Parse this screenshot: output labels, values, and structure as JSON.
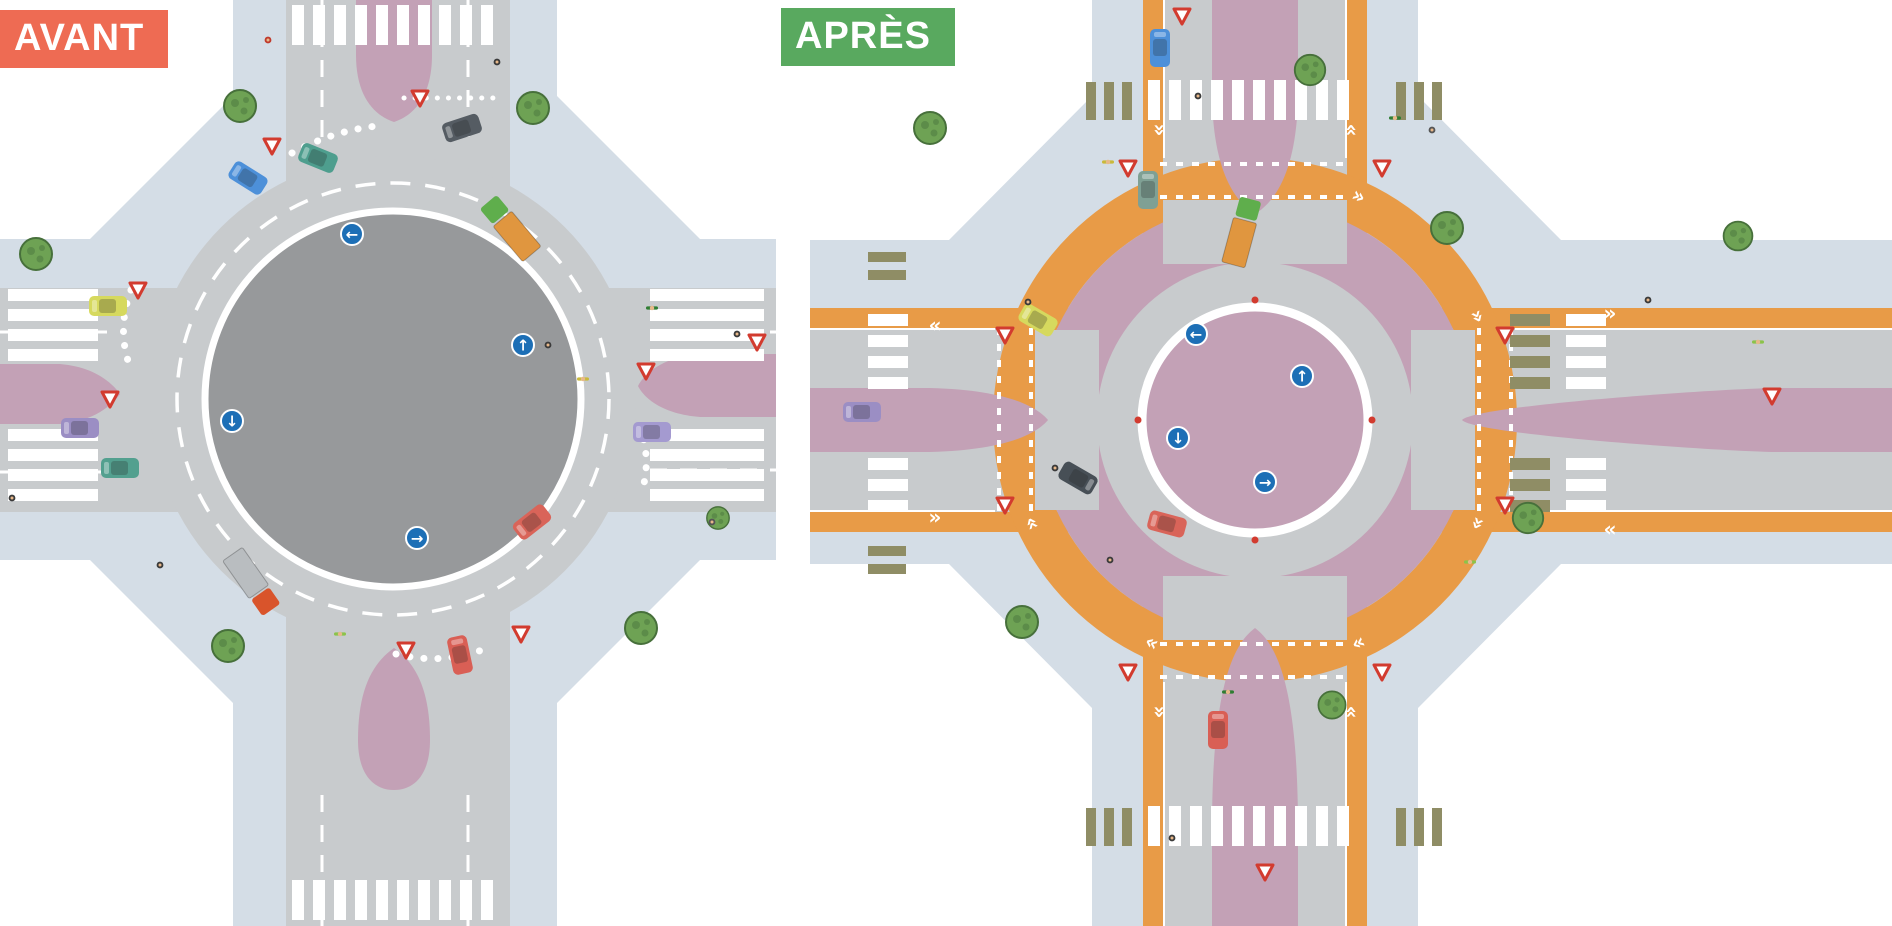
{
  "figure": {
    "type": "before-after roundabout redesign comparison diagram",
    "language": "fr"
  },
  "panels": {
    "before": {
      "label": "AVANT",
      "badge_color": "#EE6B53",
      "text_color": "#FFFFFF"
    },
    "after": {
      "label": "APRÈS",
      "badge_color": "#59A95F",
      "text_color": "#FFFFFF"
    }
  },
  "glyphs": {
    "arrow_left": "←",
    "arrow_up": "↑",
    "arrow_down": "↓",
    "arrow_right": "→",
    "chevron": "»"
  },
  "colors": {
    "background": "#FFFFFF",
    "sidewalk": "#D4DDE6",
    "road": "#C8CBCD",
    "center_island": "#97999B",
    "island_pink": "#C3A1B6",
    "cycle_lane_orange": "#E89B47",
    "marking_white": "#FFFFFF",
    "sign_blue": "#1D6FB6",
    "yield_red": "#D23B2F",
    "tree_green": "#6EA254",
    "tree_dark": "#47703B",
    "tactile_olive": "#8F8D65"
  },
  "icons": [
    "roundabout-arrow-sign-icon",
    "yield-sign-icon",
    "car-icon",
    "truck-icon",
    "tree-icon",
    "pedestrian-icon",
    "cyclist-icon",
    "zebra-crosswalk",
    "cycle-lane-chevron"
  ]
}
